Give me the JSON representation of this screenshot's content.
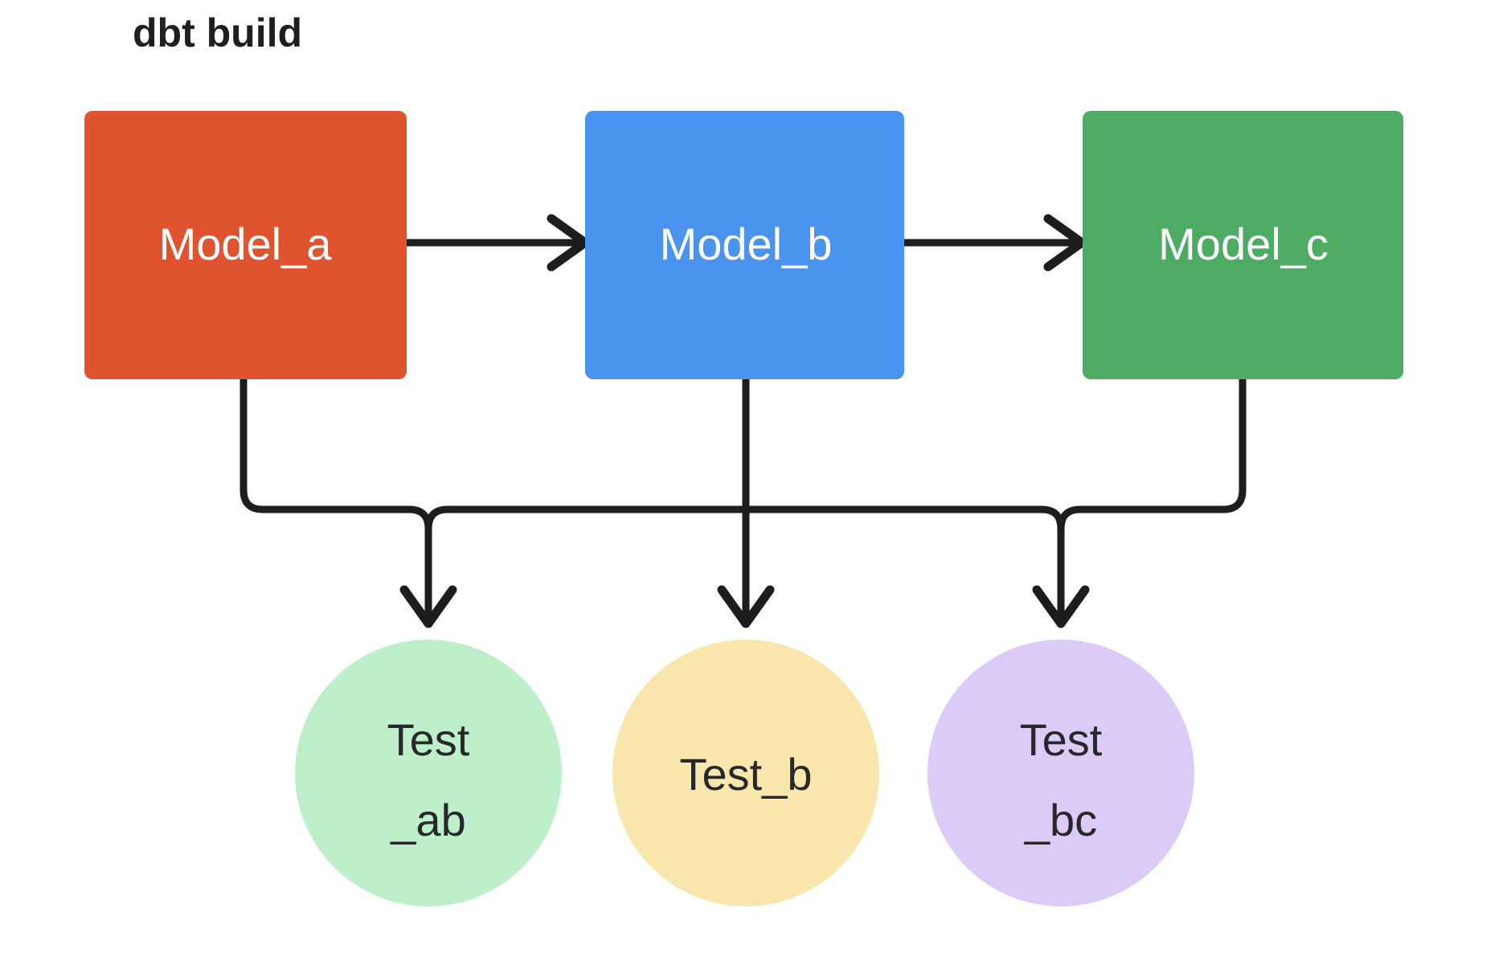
{
  "diagram": {
    "title": "dbt build",
    "type": "dag-flowchart",
    "background_color": "#ffffff",
    "edge_color": "#1d1d1d",
    "models": [
      {
        "id": "model_a",
        "label": "Model_a",
        "shape": "rounded-rect",
        "fill": "#e0532f",
        "text_color": "#ffffff"
      },
      {
        "id": "model_b",
        "label": "Model_b",
        "shape": "rounded-rect",
        "fill": "#4a94f0",
        "text_color": "#ffffff"
      },
      {
        "id": "model_c",
        "label": "Model_c",
        "shape": "rounded-rect",
        "fill": "#4dab63",
        "text_color": "#ffffff"
      }
    ],
    "tests": [
      {
        "id": "test_ab",
        "label_line1": "Test",
        "label_line2": "_ab",
        "shape": "circle",
        "fill": "#bdf0ca",
        "text_color": "#26282b"
      },
      {
        "id": "test_b",
        "label_line1": "Test_b",
        "label_line2": "",
        "shape": "circle",
        "fill": "#f9e6ac",
        "text_color": "#26282b"
      },
      {
        "id": "test_bc",
        "label_line1": "Test",
        "label_line2": "_bc",
        "shape": "circle",
        "fill": "#ddcbf7",
        "text_color": "#26282b"
      }
    ],
    "edges": [
      {
        "from": "model_a",
        "to": "model_b",
        "style": "straight-arrow"
      },
      {
        "from": "model_b",
        "to": "model_c",
        "style": "straight-arrow"
      },
      {
        "from": "model_a",
        "to": "test_ab",
        "style": "orthogonal-arrow"
      },
      {
        "from": "model_b",
        "to": "test_ab",
        "style": "orthogonal-arrow"
      },
      {
        "from": "model_b",
        "to": "test_b",
        "style": "straight-arrow"
      },
      {
        "from": "model_b",
        "to": "test_bc",
        "style": "orthogonal-arrow"
      },
      {
        "from": "model_c",
        "to": "test_bc",
        "style": "orthogonal-arrow"
      }
    ]
  }
}
